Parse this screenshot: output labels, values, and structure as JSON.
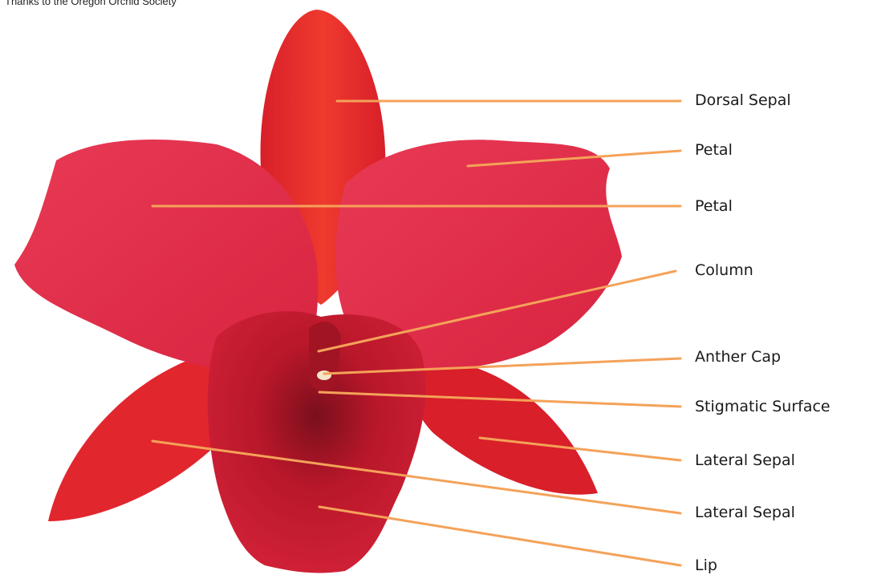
{
  "credit": "Thanks to the Oregon Orchid Society",
  "colors": {
    "leader": "#f4a259",
    "petal": "#e2304a",
    "sepal": "#e2262e",
    "lip": "#c51c2a",
    "lip_throat": "#7a0f1c"
  },
  "labels": [
    {
      "id": "dorsal-sepal",
      "text": "Dorsal Sepal"
    },
    {
      "id": "petal-right",
      "text": "Petal"
    },
    {
      "id": "petal-left",
      "text": "Petal"
    },
    {
      "id": "column",
      "text": "Column"
    },
    {
      "id": "anther-cap",
      "text": "Anther Cap"
    },
    {
      "id": "stigmatic-surface",
      "text": "Stigmatic Surface"
    },
    {
      "id": "lateral-sepal-right",
      "text": "Lateral Sepal"
    },
    {
      "id": "lateral-sepal-left",
      "text": "Lateral Sepal"
    },
    {
      "id": "lip",
      "text": "Lip"
    }
  ]
}
